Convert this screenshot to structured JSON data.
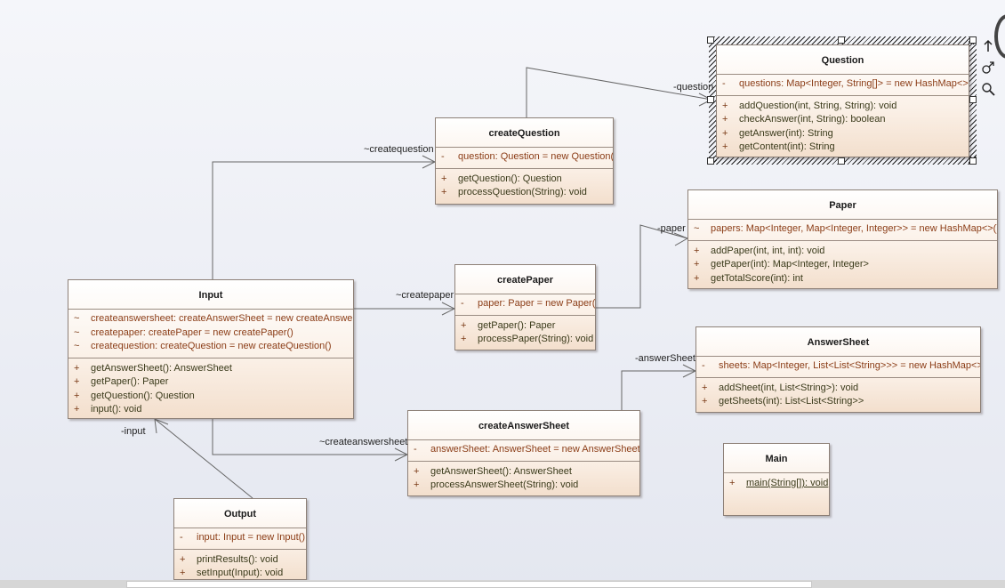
{
  "classes": {
    "question": {
      "name": "Question",
      "attrs": [
        {
          "vis": "-",
          "text": "questions: Map<Integer, String[]> = new HashMap<>()"
        }
      ],
      "ops": [
        {
          "vis": "+",
          "text": "addQuestion(int, String, String): void"
        },
        {
          "vis": "+",
          "text": "checkAnswer(int, String): boolean"
        },
        {
          "vis": "+",
          "text": "getAnswer(int): String"
        },
        {
          "vis": "+",
          "text": "getContent(int): String"
        }
      ]
    },
    "createQuestion": {
      "name": "createQuestion",
      "attrs": [
        {
          "vis": "-",
          "text": "question: Question = new Question()"
        }
      ],
      "ops": [
        {
          "vis": "+",
          "text": "getQuestion(): Question"
        },
        {
          "vis": "+",
          "text": "processQuestion(String): void"
        }
      ]
    },
    "paper": {
      "name": "Paper",
      "attrs": [
        {
          "vis": "~",
          "text": "papers: Map<Integer, Map<Integer, Integer>> = new HashMap<>()"
        }
      ],
      "ops": [
        {
          "vis": "+",
          "text": "addPaper(int, int, int): void"
        },
        {
          "vis": "+",
          "text": "getPaper(int): Map<Integer, Integer>"
        },
        {
          "vis": "+",
          "text": "getTotalScore(int): int"
        }
      ]
    },
    "createPaper": {
      "name": "createPaper",
      "attrs": [
        {
          "vis": "-",
          "text": "paper: Paper = new Paper()"
        }
      ],
      "ops": [
        {
          "vis": "+",
          "text": "getPaper(): Paper"
        },
        {
          "vis": "+",
          "text": "processPaper(String): void"
        }
      ]
    },
    "input": {
      "name": "Input",
      "attrs": [
        {
          "vis": "~",
          "text": "createanswersheet: createAnswerSheet = new createAnswe..."
        },
        {
          "vis": "~",
          "text": "createpaper: createPaper = new createPaper()"
        },
        {
          "vis": "~",
          "text": "createquestion: createQuestion = new createQuestion()"
        }
      ],
      "ops": [
        {
          "vis": "+",
          "text": "getAnswerSheet(): AnswerSheet"
        },
        {
          "vis": "+",
          "text": "getPaper(): Paper"
        },
        {
          "vis": "+",
          "text": "getQuestion(): Question"
        },
        {
          "vis": "+",
          "text": "input(): void"
        }
      ]
    },
    "answerSheet": {
      "name": "AnswerSheet",
      "attrs": [
        {
          "vis": "-",
          "text": "sheets: Map<Integer, List<List<String>>> = new HashMap<>()"
        }
      ],
      "ops": [
        {
          "vis": "+",
          "text": "addSheet(int, List<String>): void"
        },
        {
          "vis": "+",
          "text": "getSheets(int): List<List<String>>"
        }
      ]
    },
    "createAnswerSheet": {
      "name": "createAnswerSheet",
      "attrs": [
        {
          "vis": "-",
          "text": "answerSheet: AnswerSheet = new AnswerSheet()"
        }
      ],
      "ops": [
        {
          "vis": "+",
          "text": "getAnswerSheet(): AnswerSheet"
        },
        {
          "vis": "+",
          "text": "processAnswerSheet(String): void"
        }
      ]
    },
    "main": {
      "name": "Main",
      "attrs": [],
      "ops": [
        {
          "vis": "+",
          "text": "main(String[]): void"
        }
      ]
    },
    "output": {
      "name": "Output",
      "attrs": [
        {
          "vis": "-",
          "text": "input: Input = new Input()"
        }
      ],
      "ops": [
        {
          "vis": "+",
          "text": "printResults(): void"
        },
        {
          "vis": "+",
          "text": "setInput(Input): void"
        }
      ]
    }
  },
  "association_labels": {
    "question": "-question",
    "createquestion": "~createquestion",
    "paper": "-paper",
    "createpaper": "~createpaper",
    "answerSheet": "-answerSheet",
    "createanswersheet": "~createanswersheet",
    "input": "-input"
  },
  "toolbar_icons": [
    "arrow-up-icon",
    "link-icon",
    "search-icon"
  ],
  "colors": {
    "class_border": "#8d8077",
    "attr_text": "#8b3d17",
    "op_text": "#3a3a1a",
    "line": "#555555"
  }
}
